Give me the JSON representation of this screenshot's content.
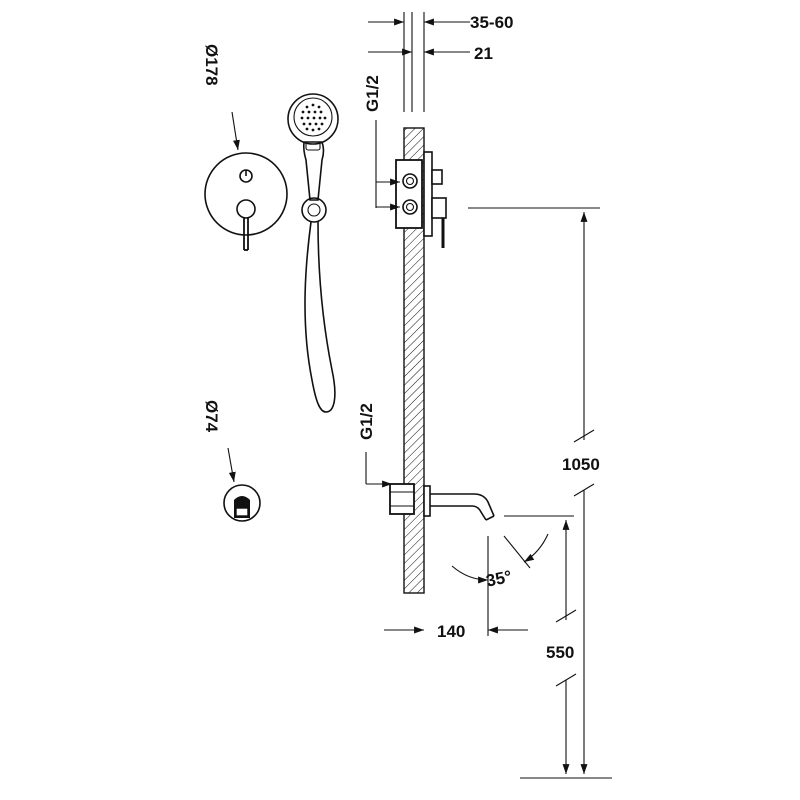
{
  "dimensions": {
    "wall_depth": "35-60",
    "plate_offset": "21",
    "thread_valve": "G1/2",
    "thread_spout": "G1/2",
    "plate_diameter": "Ø178",
    "rosette_diameter": "Ø74",
    "valve_height": "1050",
    "spout_projection": "140",
    "spout_height": "550",
    "spout_angle": "35°"
  }
}
